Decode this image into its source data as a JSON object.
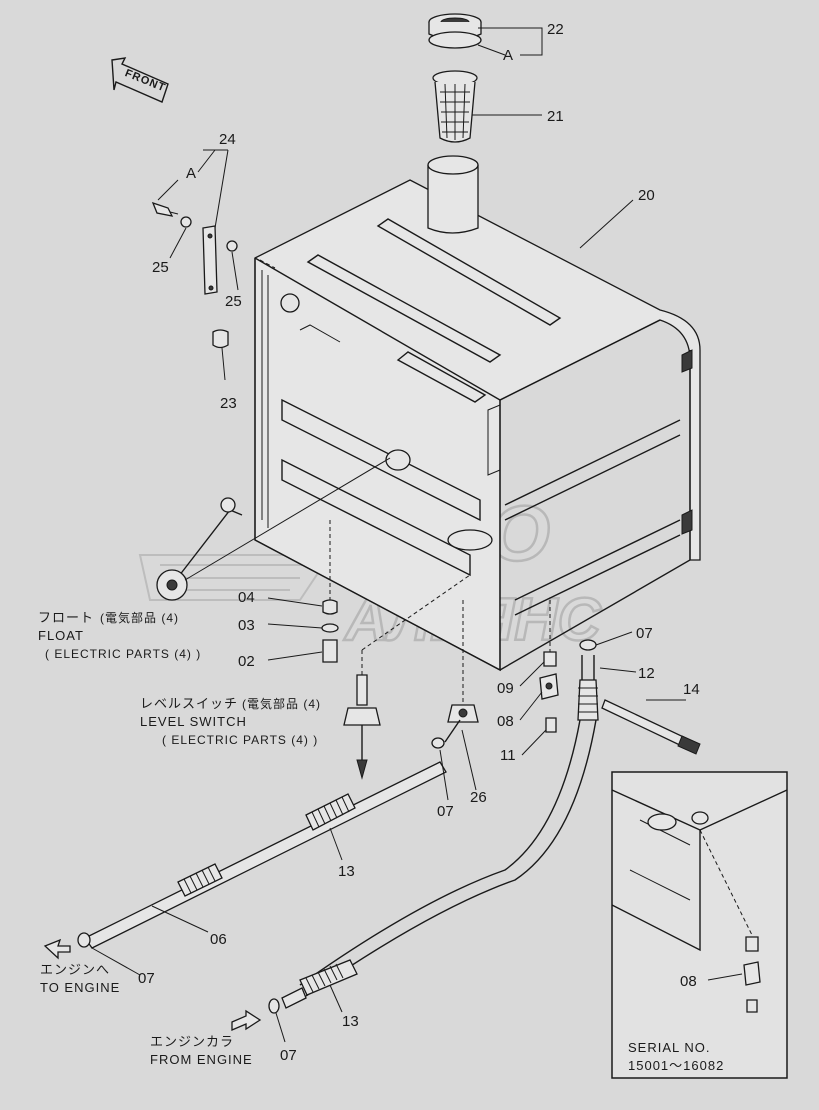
{
  "parts": {
    "p22": "22",
    "pA1": "A",
    "p21": "21",
    "p20": "20",
    "p24": "24",
    "pA2": "A",
    "p25a": "25",
    "p25b": "25",
    "p23": "23",
    "p04": "04",
    "p03": "03",
    "p02": "02",
    "p07a": "07",
    "p12": "12",
    "p14": "14",
    "p09": "09",
    "p08": "08",
    "p11": "11",
    "p07b": "07",
    "p26": "26",
    "p13a": "13",
    "p06": "06",
    "p07c": "07",
    "p13b": "13",
    "p07d": "07",
    "p08b": "08"
  },
  "labels": {
    "front": "FRONT",
    "float_jp": "フロート",
    "float_jp_note": "(電気部品 (4)",
    "float_en": "FLOAT",
    "float_note": "( ELECTRIC PARTS (4) )",
    "level_jp": "レベルスイッチ",
    "level_jp_note": "(電気部品 (4)",
    "level_en": "LEVEL SWITCH",
    "level_note": "( ELECTRIC PARTS (4) )",
    "to_engine_jp": "エンジンへ",
    "to_engine_en": "TO ENGINE",
    "from_engine_jp": "エンジンカラ",
    "from_engine_en": "FROM ENGINE",
    "serial_title": "SERIAL NO.",
    "serial_range": "15001～16082"
  },
  "watermark": {
    "line1": "АВТО",
    "line2": "АЛЬЯНС"
  }
}
